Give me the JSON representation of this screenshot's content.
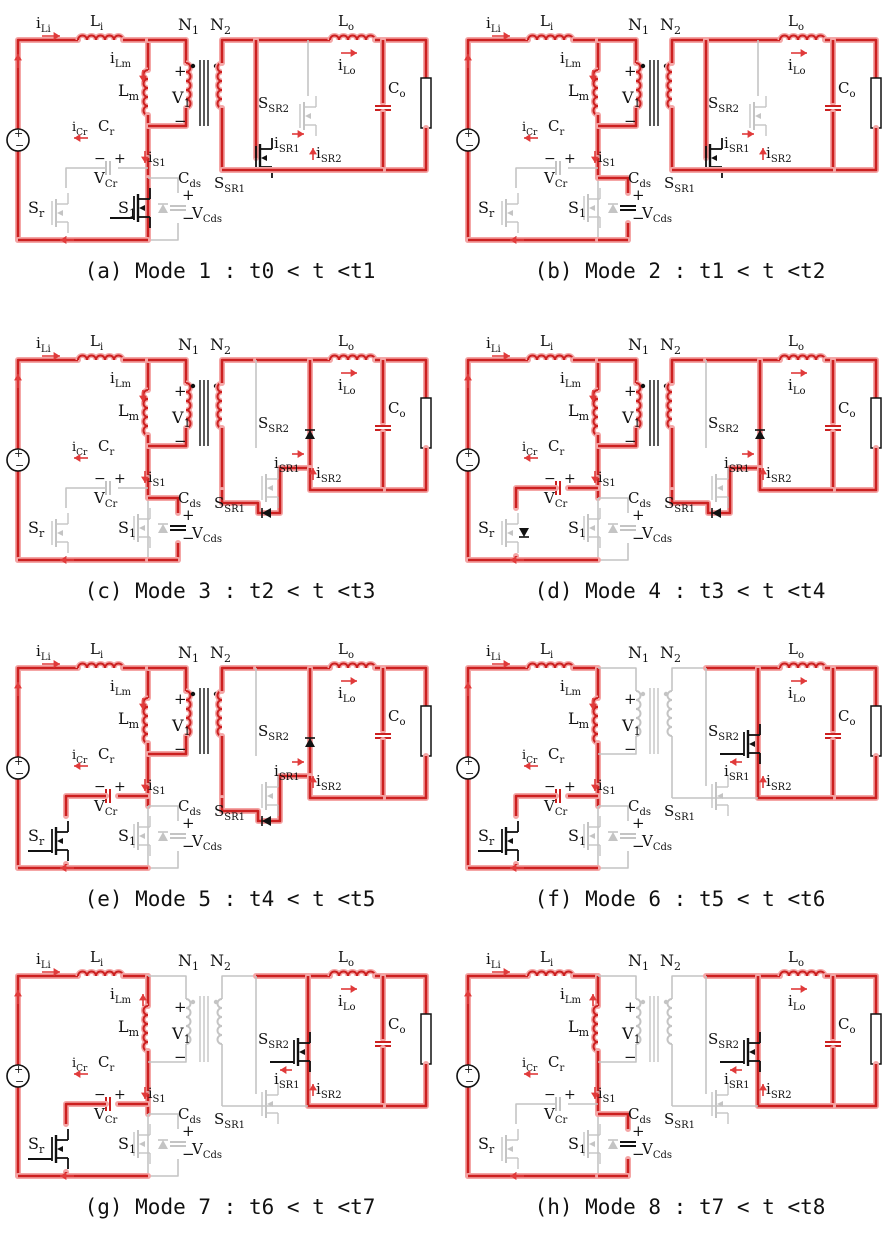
{
  "labels": {
    "iLi": "i",
    "iLi_sub": "Li",
    "Li": "L",
    "Li_sub": "i",
    "N1": "N",
    "N1_sub": "1",
    "N2": "N",
    "N2_sub": "2",
    "Lo": "L",
    "Lo_sub": "o",
    "iLo": "i",
    "iLo_sub": "Lo",
    "Co": "C",
    "Co_sub": "o",
    "iLm": "i",
    "iLm_sub": "Lm",
    "Lm": "L",
    "Lm_sub": "m",
    "V1": "V",
    "V1_sub": "1",
    "SSR2": "S",
    "SSR2_sub": "SR2",
    "iSR1": "i",
    "iSR1_sub": "SR1",
    "iSR2": "i",
    "iSR2_sub": "SR2",
    "SSR1": "S",
    "SSR1_sub": "SR1",
    "iCr": "i",
    "iCr_sub": "Cr",
    "Cr": "C",
    "Cr_sub": "r",
    "VCr": "V",
    "VCr_sub": "Cr",
    "iS1": "i",
    "iS1_sub": "S1",
    "Cds": "C",
    "Cds_sub": "ds",
    "VCds": "V",
    "VCds_sub": "Cds",
    "Sr": "S",
    "Sr_sub": "r",
    "S1": "S",
    "S1_sub": "1"
  },
  "panels": [
    {
      "id": "a",
      "caption": "(a) Mode 1 : t0 < t <t1"
    },
    {
      "id": "b",
      "caption": "(b) Mode 2 : t1 < t <t2"
    },
    {
      "id": "c",
      "caption": "(c) Mode 3 : t2 < t <t3"
    },
    {
      "id": "d",
      "caption": "(d) Mode 4 : t3 < t <t4"
    },
    {
      "id": "e",
      "caption": "(e) Mode 5 : t4 < t <t5"
    },
    {
      "id": "f",
      "caption": "(f) Mode 6 : t5 < t <t6"
    },
    {
      "id": "g",
      "caption": "(g) Mode 7 : t6 < t <t7"
    },
    {
      "id": "h",
      "caption": "(h) Mode 8 : t7 < t <t8"
    }
  ],
  "colors": {
    "active": "#cc2020",
    "active_glow": "#f4a6a6",
    "inactive": "#c4c4c4",
    "text": "#111111",
    "arrow": "#e03a3a"
  }
}
